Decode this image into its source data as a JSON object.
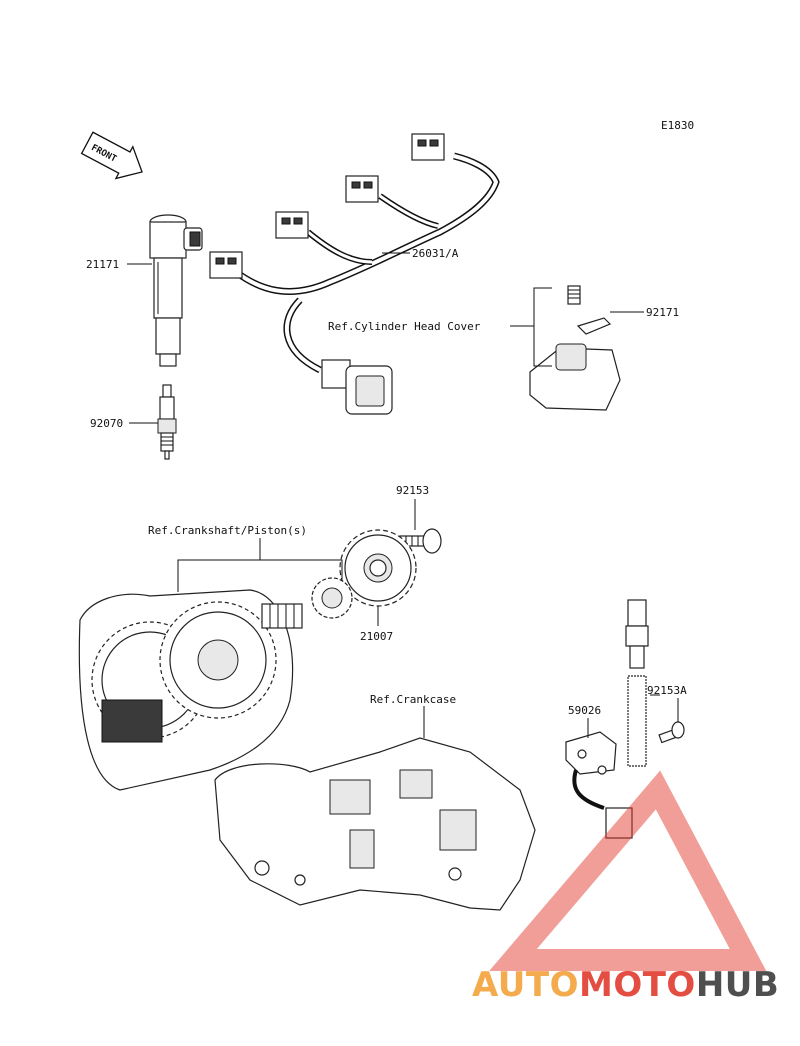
{
  "diagram_code": "E1830",
  "front_marker": "FRONT",
  "parts": {
    "ignition_coil": "21171",
    "spark_plug": "92070",
    "wiring_harness": "26031/A",
    "clamp": "92171",
    "bolt_rotor": "92153",
    "timing_rotor": "21007",
    "pickup_coil": "59026",
    "bolt_sensor": "92153A"
  },
  "refs": {
    "cylinder_head_cover": "Ref.Cylinder Head Cover",
    "crankshaft_piston": "Ref.Crankshaft/Piston(s)",
    "crankcase": "Ref.Crankcase"
  },
  "watermark": {
    "part1": "AUTO",
    "part2": "MOTO",
    "part3": "HUB",
    "color_red": "#e23b2e",
    "color_orange": "#f2a23a",
    "color_grey": "#3c3c3c"
  }
}
